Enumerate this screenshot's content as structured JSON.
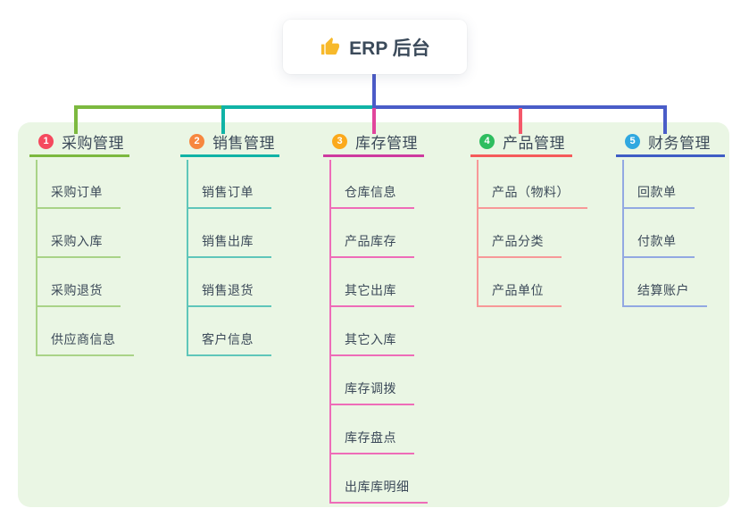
{
  "root": {
    "title": "ERP 后台",
    "icon": "thumbs-up-icon",
    "icon_color": "#f7b92b"
  },
  "canvas": {
    "panel_background": "#eaf6e4"
  },
  "connectors": {
    "root_color": "#4c5bc8",
    "bus_segments": [
      "#7cb93f",
      "#10b3a6",
      "#4a5dc8"
    ],
    "drops": [
      "#7cb93f",
      "#10b3a6",
      "#e1459c",
      "#f4586a",
      "#4a5dc8"
    ]
  },
  "branches": [
    {
      "badge": "1",
      "badge_color": "#f5495e",
      "title": "采购管理",
      "line_color": "#7cb93f",
      "sub_line_color": "#a9d387",
      "items": [
        "采购订单",
        "采购入库",
        "采购退货",
        "供应商信息"
      ]
    },
    {
      "badge": "2",
      "badge_color": "#f7873f",
      "title": "销售管理",
      "line_color": "#10b3a6",
      "sub_line_color": "#5fc6ba",
      "items": [
        "销售订单",
        "销售出库",
        "销售退货",
        "客户信息"
      ]
    },
    {
      "badge": "3",
      "badge_color": "#fba91c",
      "title": "库存管理",
      "line_color": "#ce3a9f",
      "sub_line_color": "#ee6cb8",
      "items": [
        "仓库信息",
        "产品库存",
        "其它出库",
        "其它入库",
        "库存调拨",
        "库存盘点",
        "出库库明细"
      ]
    },
    {
      "badge": "4",
      "badge_color": "#2ebd5f",
      "title": "产品管理",
      "line_color": "#f55b5b",
      "sub_line_color": "#f79898",
      "items": [
        "产品（物料）",
        "产品分类",
        "产品单位"
      ]
    },
    {
      "badge": "5",
      "badge_color": "#30a8e0",
      "title": "财务管理",
      "line_color": "#3f5dc5",
      "sub_line_color": "#92a8e2",
      "items": [
        "回款单",
        "付款单",
        "结算账户"
      ]
    }
  ]
}
